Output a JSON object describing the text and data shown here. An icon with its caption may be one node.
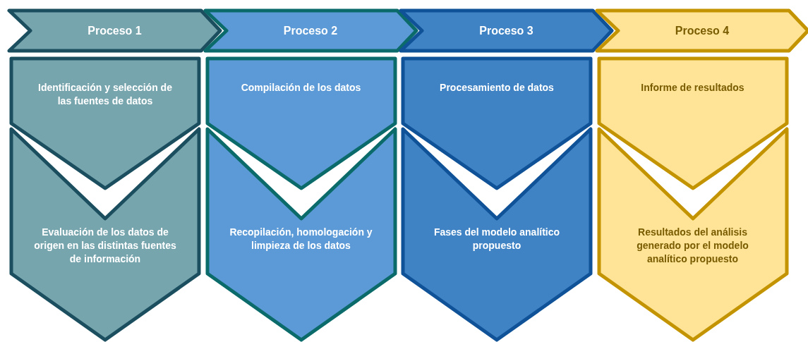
{
  "diagram": {
    "nodes": [
      {
        "text": [
          "Proceso 1"
        ]
      },
      {
        "text": [
          "Identificación y selección de las fuentes de datos"
        ]
      },
      {
        "text": [
          "Evaluación de los datos de origen en las distintas fuentes de información"
        ]
      },
      {
        "text": [
          "Proceso 2"
        ]
      },
      {
        "text": [
          "Compilación de los datos"
        ]
      },
      {
        "text": [
          "Recopilación, homologación y limpieza de los datos"
        ]
      },
      {
        "text": [
          "Proceso 3"
        ]
      },
      {
        "text": [
          "Procesamiento de datos"
        ]
      },
      {
        "text": [
          "Fases del modelo analítico propuesto"
        ]
      },
      {
        "text": [
          "Proceso 4"
        ]
      },
      {
        "text": [
          "Informe de resultados"
        ]
      },
      {
        "text": [
          "Resultados del análisis generado por el modelo analítico propuesto"
        ]
      }
    ]
  }
}
